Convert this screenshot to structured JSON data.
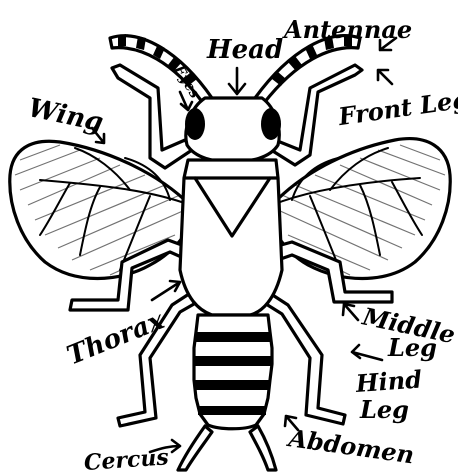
{
  "diagram": {
    "labels": {
      "head": "Head",
      "antennae": "Antennae",
      "eyes": "Eyes",
      "wing": "Wing",
      "front_leg": "Front Leg",
      "thorax": "Thorax",
      "middle_leg_line1": "Middle",
      "middle_leg_line2": "Leg",
      "hind_leg_line1": "Hind",
      "hind_leg_line2": "Leg",
      "abdomen": "Abdomen",
      "cercus": "Cercus"
    }
  }
}
